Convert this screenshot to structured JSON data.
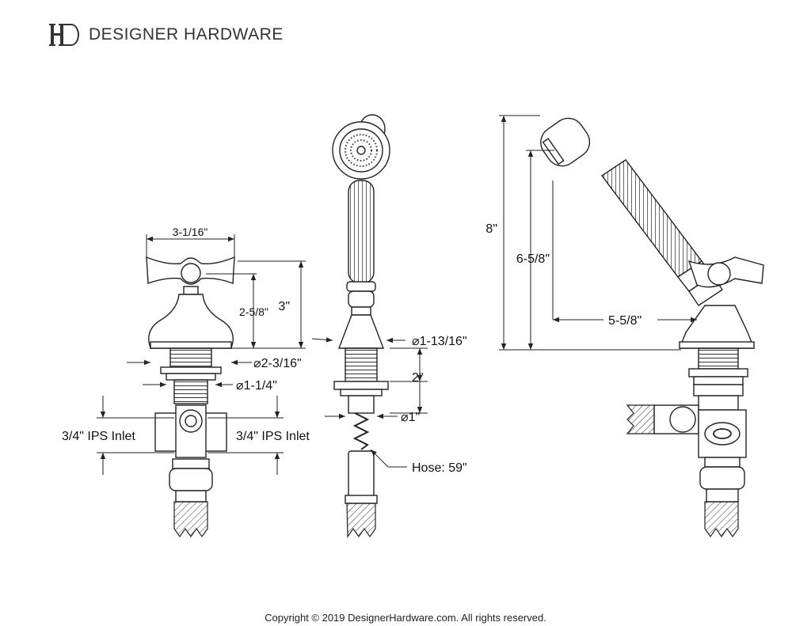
{
  "header": {
    "brand_name": "DESIGNER HARDWARE",
    "logo_letters": "HD",
    "logo_icon": "hd-monogram-logo"
  },
  "dimensions": {
    "left_view": {
      "handle_width": "3-1/16\"",
      "handle_height": "2-5/8\"",
      "overall_height": "3\"",
      "flange_diameter": "2-3/16\"",
      "shank_diameter": "1-1/4\"",
      "inlet_left": "3/4\" IPS Inlet",
      "inlet_right": "3/4\" IPS Inlet"
    },
    "center_view": {
      "base_diameter": "1-13/16\"",
      "shank_length": "2\"",
      "hose_connector_diameter": "1\"",
      "hose_label": "Hose: 59\""
    },
    "right_view": {
      "overall_height": "8\"",
      "handshower_height": "6-5/8\"",
      "reach": "5-5/8\""
    }
  },
  "footer": {
    "copyright": "Copyright © 2019 DesignerHardware.com. All rights reserved."
  },
  "colors": {
    "line": "#222222",
    "background": "#ffffff"
  }
}
